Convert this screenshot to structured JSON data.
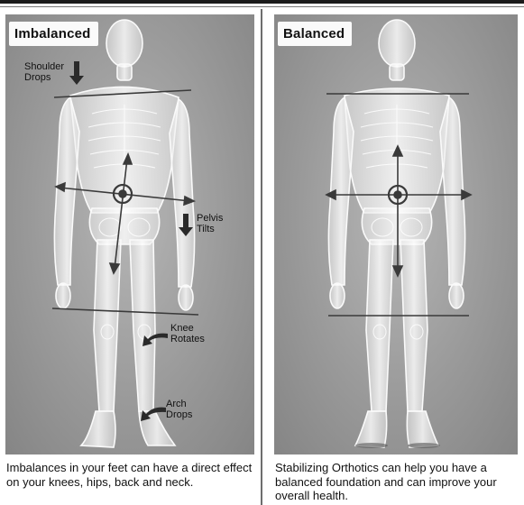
{
  "panels": {
    "left": {
      "tag": "Imbalanced",
      "callouts": {
        "shoulder_1": "Shoulder",
        "shoulder_2": "Drops",
        "pelvis_1": "Pelvis",
        "pelvis_2": "Tilts",
        "knee_1": "Knee",
        "knee_2": "Rotates",
        "arch_1": "Arch",
        "arch_2": "Drops"
      },
      "caption": "Imbalances in your feet can have a direct effect on your knees, hips, back and neck."
    },
    "right": {
      "tag": "Balanced",
      "caption": "Stabilizing Orthotics can help you have a balanced foundation and can improve your overall health."
    }
  },
  "colors": {
    "panel_background": "#9e9e9e",
    "body_outline": "#f2f2f2",
    "alignment_lines": "#3a3a3a"
  }
}
